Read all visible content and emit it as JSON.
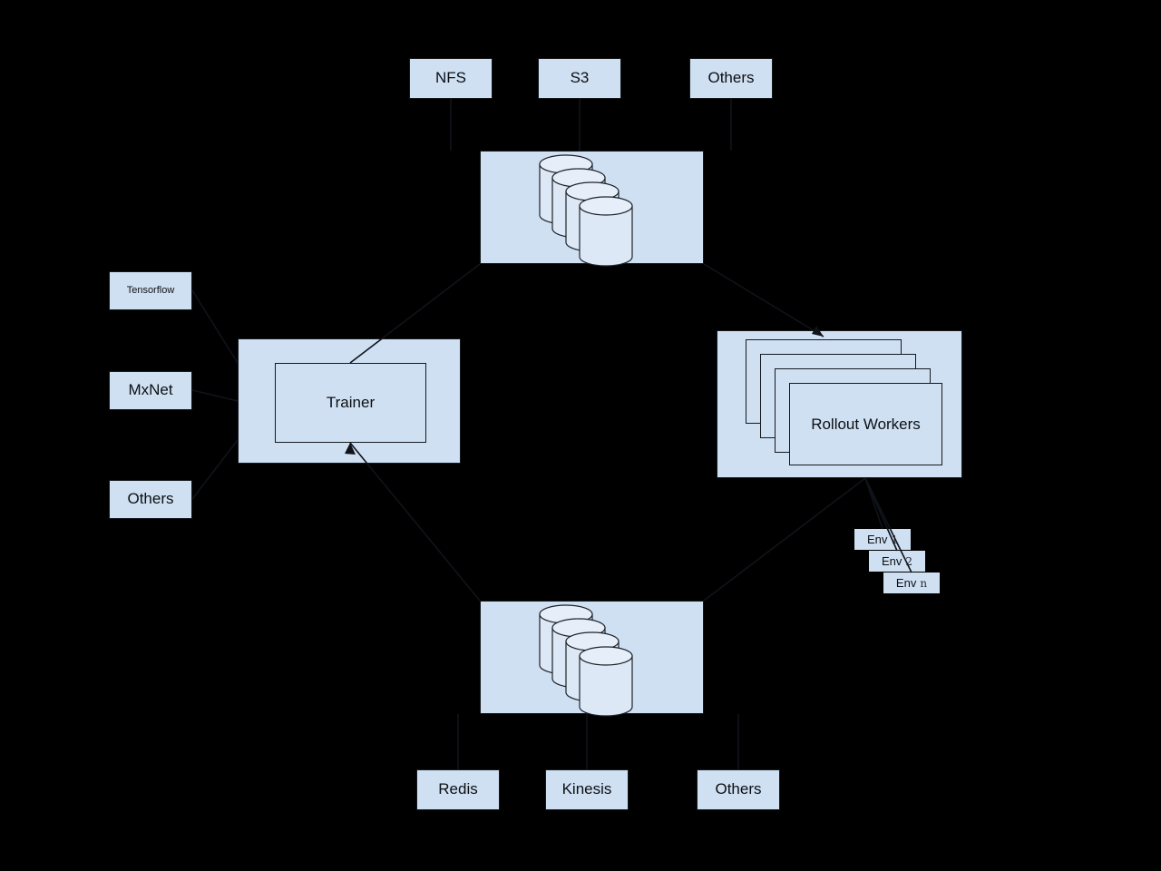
{
  "diagram": {
    "background_color": "#000000",
    "node_fill": "#cfe0f3",
    "node_stroke": "#16191d",
    "cylinder_fill": "#dce8f6",
    "cylinder_top_fill": "#e6eff9"
  },
  "storage_row_top": {
    "items": [
      {
        "label": "NFS"
      },
      {
        "label": "S3"
      },
      {
        "label": "Others"
      }
    ]
  },
  "storage_row_bottom": {
    "items": [
      {
        "label": "Redis"
      },
      {
        "label": "Kinesis"
      },
      {
        "label": "Others"
      }
    ]
  },
  "frameworks": {
    "items": [
      {
        "label": "Tensorflow"
      },
      {
        "label": "MxNet"
      },
      {
        "label": "Others"
      }
    ]
  },
  "trainer_panel": {
    "inner_label": "Trainer"
  },
  "rollout_panel": {
    "inner_label": "Rollout Workers",
    "stack_count": 4
  },
  "env_stack": {
    "items": [
      {
        "word": "Env",
        "index": "1"
      },
      {
        "word": "Env",
        "index": "2"
      },
      {
        "word": "Env",
        "index": "n"
      }
    ]
  },
  "datastore_top": {
    "cylinder_count": 4
  },
  "datastore_bottom": {
    "cylinder_count": 4
  }
}
